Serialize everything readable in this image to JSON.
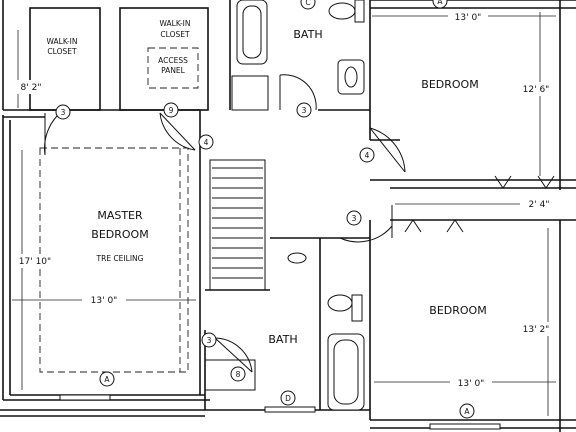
{
  "rooms": {
    "walk_in_closet_left": {
      "line1": "WALK-IN",
      "line2": "CLOSET"
    },
    "walk_in_closet_right": {
      "line1": "WALK-IN",
      "line2": "CLOSET"
    },
    "access_panel": {
      "line1": "ACCESS",
      "line2": "PANEL"
    },
    "bath_top": "BATH",
    "bath_bottom": "BATH",
    "bedroom_top": "BEDROOM",
    "bedroom_bottom": "BEDROOM",
    "master_bedroom": {
      "line1": "MASTER",
      "line2": "BEDROOM",
      "note": "TRE CEILING"
    }
  },
  "dimensions": {
    "top_bedroom_width": "13' 0\"",
    "top_bedroom_depth": "12' 6\"",
    "closet_depth": "8' 2\"",
    "hall_gap": "2' 4\"",
    "master_depth": "17' 10\"",
    "master_width": "13' 0\"",
    "bottom_bedroom_depth": "13' 2\"",
    "bottom_bedroom_width": "13' 0\""
  },
  "tags": {
    "closet_left_door": "3",
    "closet_right_door": "9",
    "master_door": "4",
    "bath_top_door": "3",
    "hall_door_right": "4",
    "hall_door_lower": "3",
    "bath_bottom_door": "3",
    "bath_bottom_closet": "8",
    "bath_top_fixture": "C",
    "bath_bottom_fixture": "D",
    "window_master": "A",
    "window_top_bedroom": "A",
    "window_bottom_bedroom": "A"
  }
}
